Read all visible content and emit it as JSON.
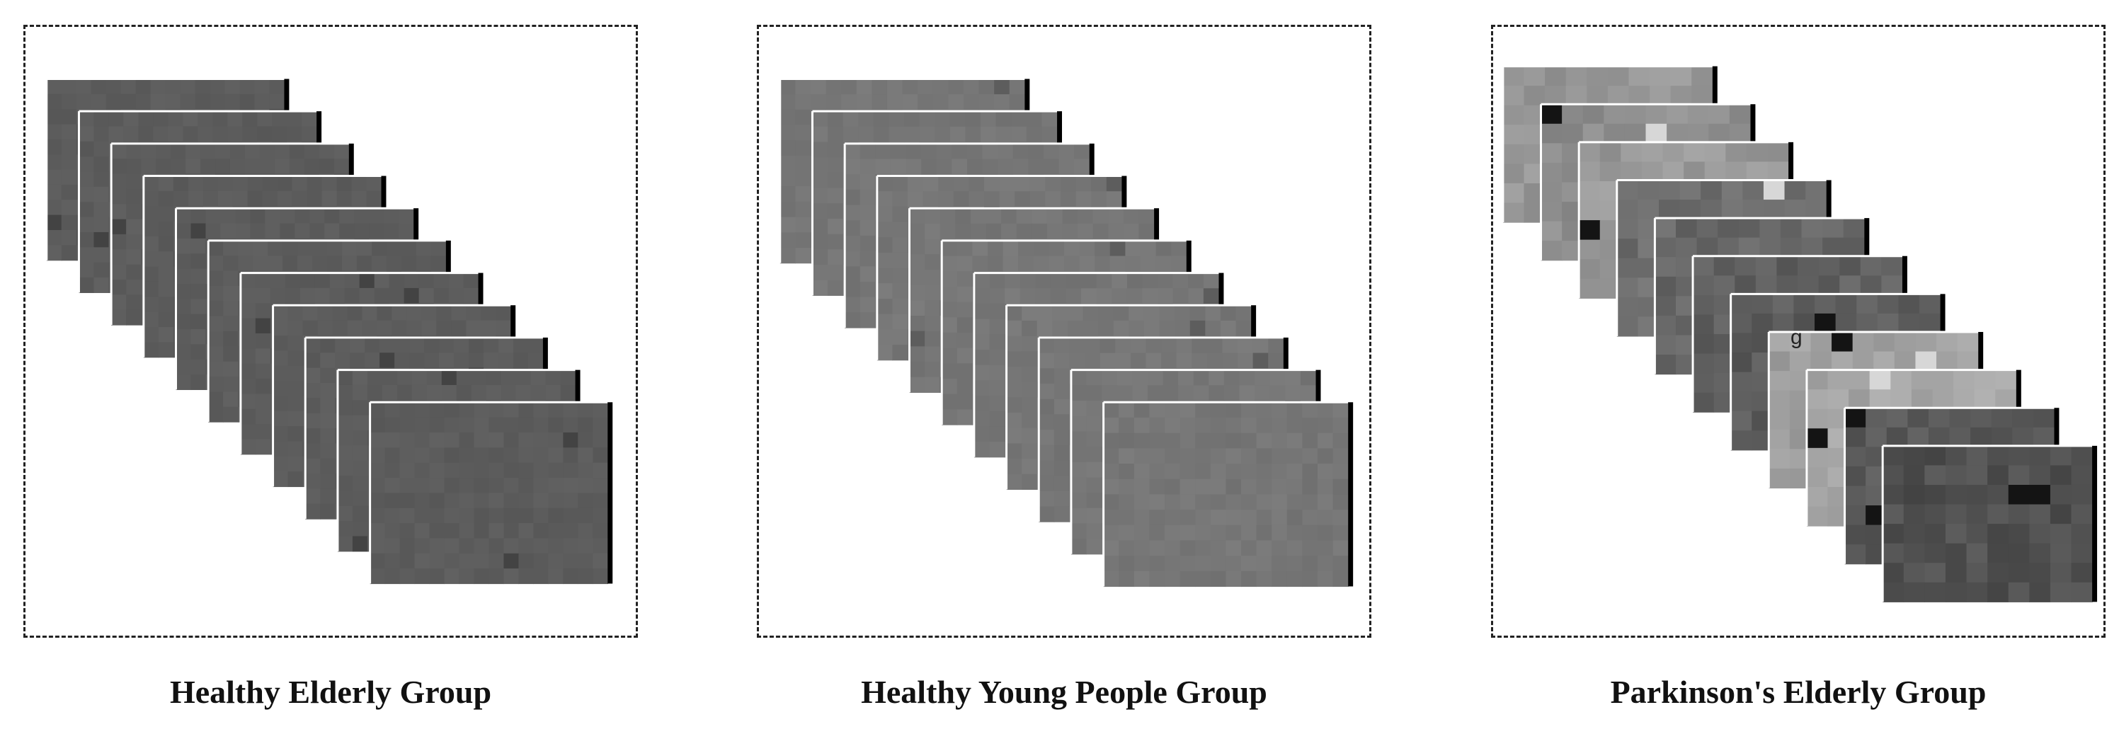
{
  "groups": [
    {
      "key": "healthy-elderly",
      "caption": "Healthy Elderly Group",
      "frame_count": 11,
      "tone": "dark",
      "annotation": ""
    },
    {
      "key": "healthy-young",
      "caption": "Healthy Young People Group",
      "frame_count": 11,
      "tone": "medium",
      "annotation": ""
    },
    {
      "key": "parkinsons-elderly",
      "caption": "Parkinson's Elderly Group",
      "frame_count": 11,
      "tone": "mixed",
      "annotation": "g"
    }
  ],
  "colors": {
    "border": "#222222",
    "frame_shadow": "#000000",
    "frame_highlight": "#ffffff"
  }
}
